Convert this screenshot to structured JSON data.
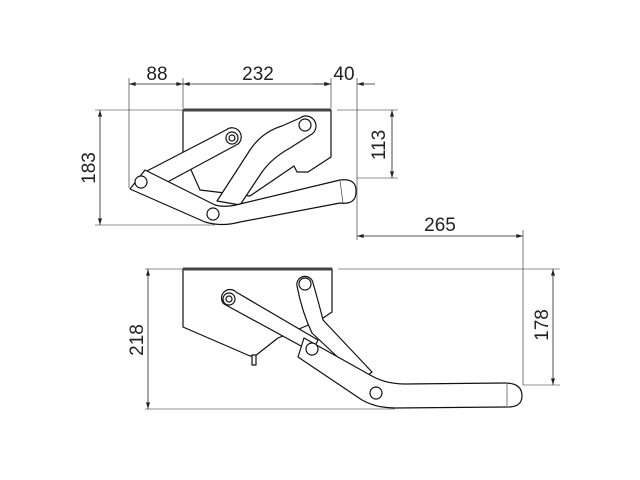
{
  "drawing": {
    "top_view": {
      "dim_left_offset": "88",
      "dim_body_width": "232",
      "dim_right_offset": "40",
      "dim_total_height": "183",
      "dim_body_height": "113"
    },
    "bottom_view": {
      "dim_extension": "265",
      "dim_total_height": "218",
      "dim_body_height": "178"
    }
  }
}
